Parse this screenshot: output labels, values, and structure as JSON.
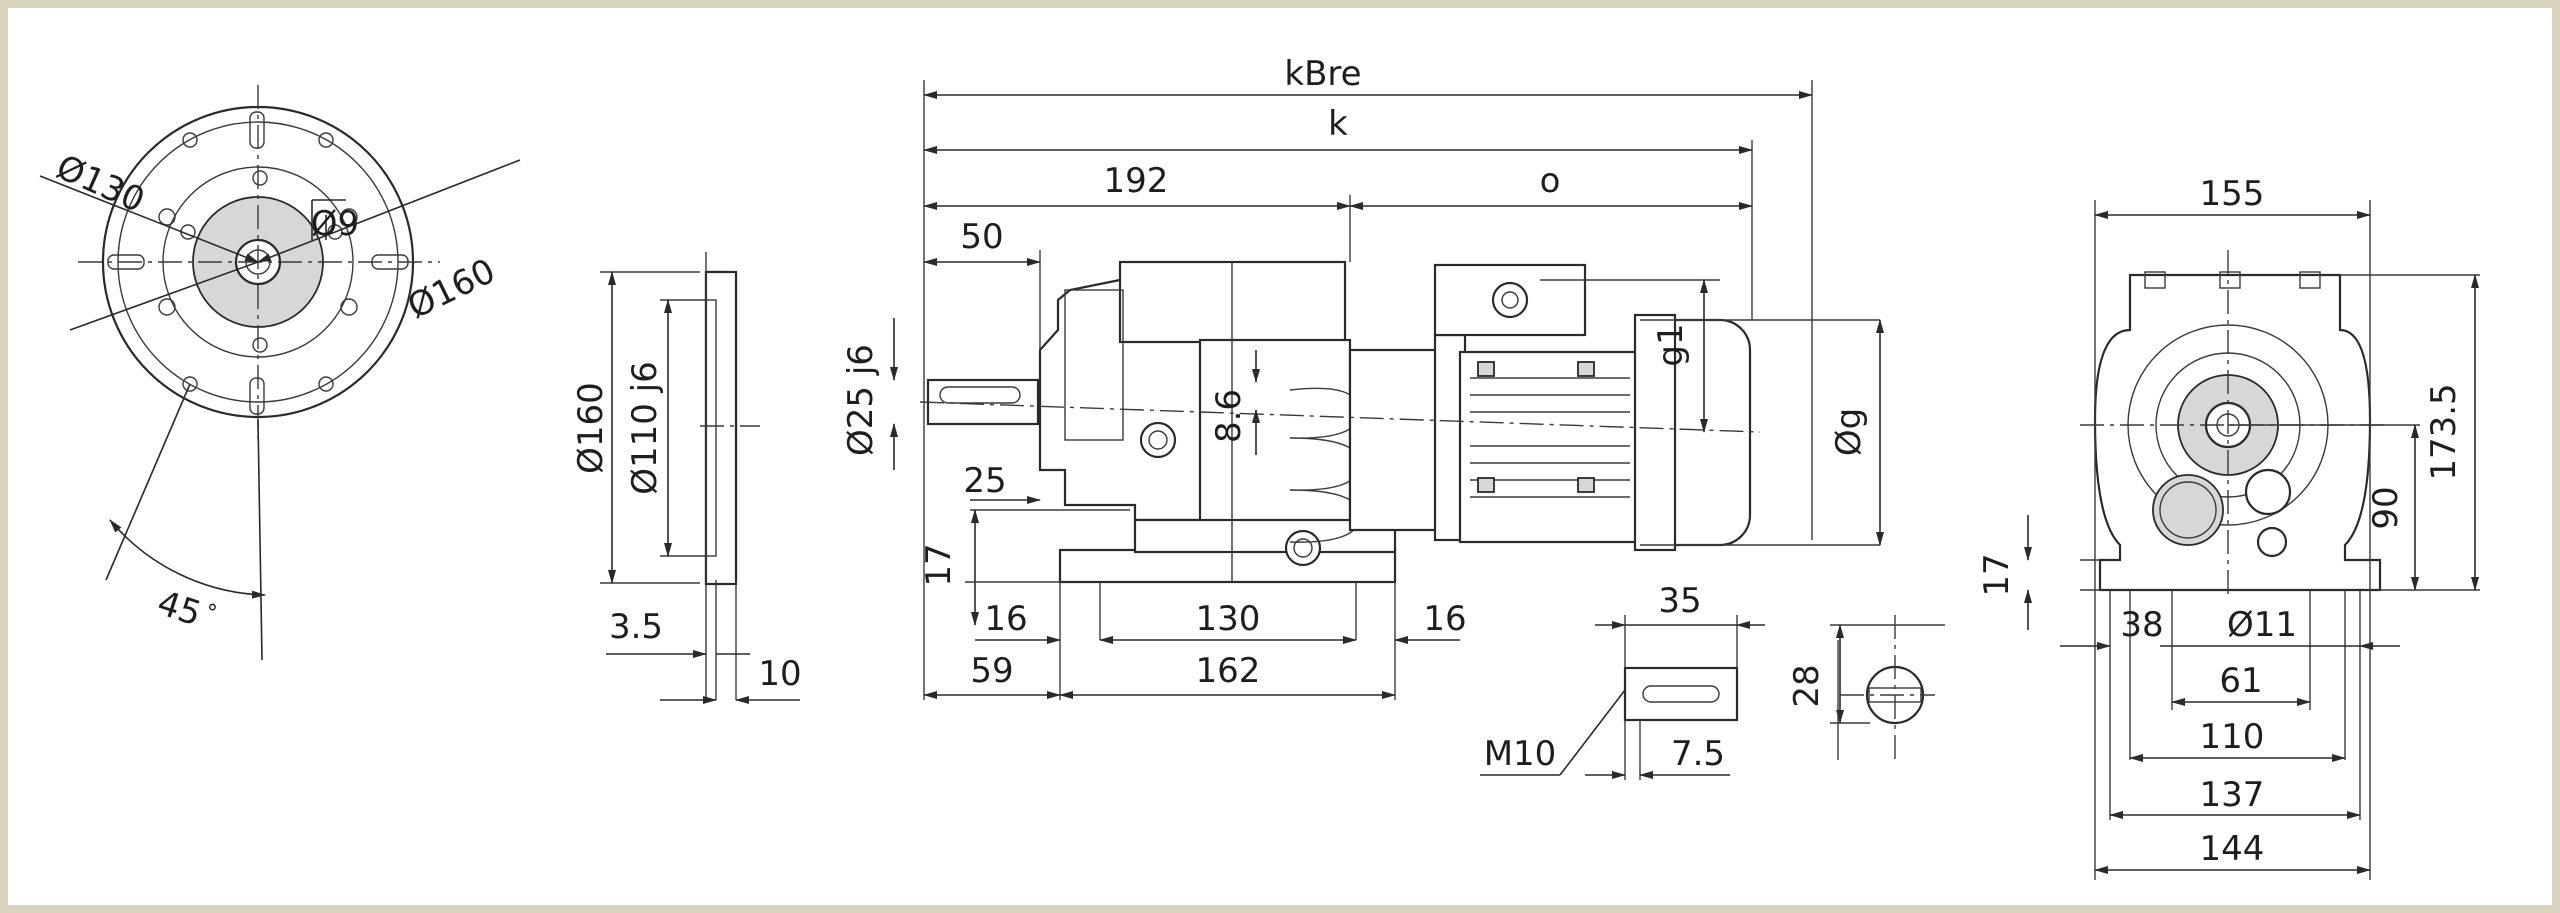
{
  "colors": {
    "frame": "#d9d4bd",
    "background": "#ffffff",
    "line": "#2a2a2a",
    "fill_gray": "#d7d7d7"
  },
  "flange_view": {
    "d_pitch": "Ø130",
    "d_hole": "Ø9",
    "d_outer": "Ø160",
    "angle": "45",
    "degree": "°"
  },
  "flange_side": {
    "d_outer": "Ø160",
    "d_spigot": "Ø110 j6",
    "thick": "3.5",
    "width": "10"
  },
  "front_view": {
    "kbre": "kBre",
    "k": "k",
    "d192": "192",
    "o": "o",
    "d50": "50",
    "shaft": "Ø25 j6",
    "d86": "8.6",
    "g1": "g1",
    "og": "Øg",
    "d25": "25",
    "d17": "17",
    "d16a": "16",
    "d130": "130",
    "d16b": "16",
    "d59": "59",
    "d162": "162"
  },
  "key_detail": {
    "d35": "35",
    "thread": "M10",
    "d75": "7.5",
    "d28": "28"
  },
  "end_view": {
    "d155": "155",
    "d1735": "173.5",
    "d90": "90",
    "d17": "17",
    "d38": "38",
    "d11": "Ø11",
    "d61": "61",
    "d110": "110",
    "d137": "137",
    "d144": "144"
  }
}
